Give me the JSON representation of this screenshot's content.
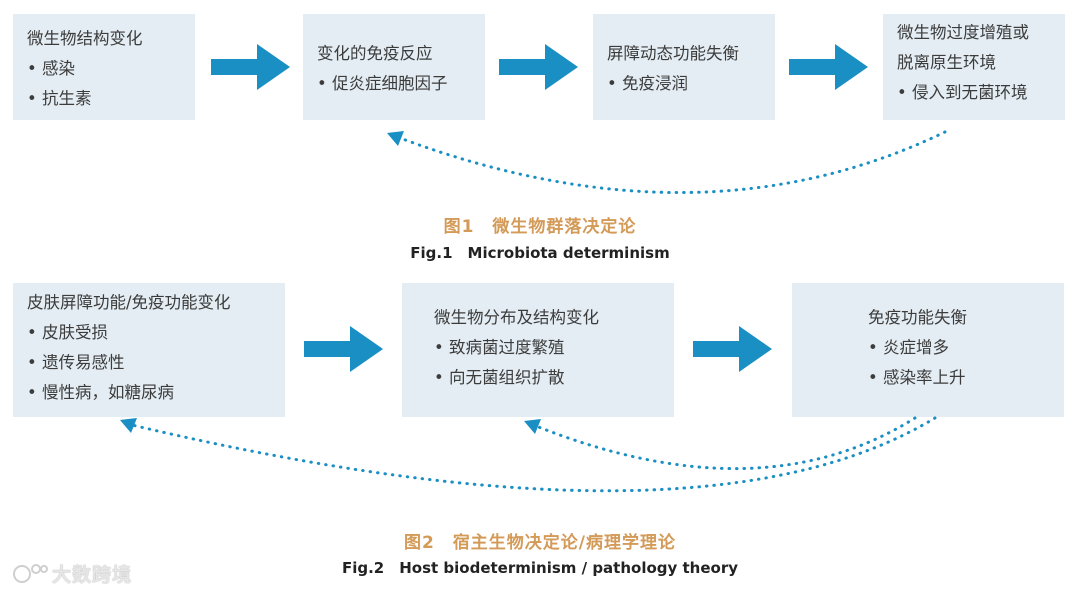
{
  "colors": {
    "box_bg": "#e3edf3",
    "arrow": "#1a8fc4",
    "caption_cn": "#d39a58",
    "caption_en": "#222222"
  },
  "fig1": {
    "boxes": [
      {
        "title": "微生物结构变化",
        "items": [
          "感染",
          "抗生素"
        ]
      },
      {
        "title": "变化的免疫反应",
        "items": [
          "促炎症细胞因子"
        ]
      },
      {
        "title": "屏障动态功能失衡",
        "items": [
          "免疫浸润"
        ]
      },
      {
        "title_lines": [
          "微生物过度增殖或",
          "脱离原生环境"
        ],
        "items": [
          "侵入到无菌环境"
        ]
      }
    ],
    "caption_cn": "图1　微生物群落决定论",
    "caption_en": "Fig.1　Microbiota determinism"
  },
  "fig2": {
    "boxes": [
      {
        "title": "皮肤屏障功能/免疫功能变化",
        "items": [
          "皮肤受损",
          "遗传易感性",
          "慢性病，如糖尿病"
        ]
      },
      {
        "title": "微生物分布及结构变化",
        "items": [
          "致病菌过度繁殖",
          "向无菌组织扩散"
        ]
      },
      {
        "title": "免疫功能失衡",
        "items": [
          "炎症增多",
          "感染率上升"
        ]
      }
    ],
    "caption_cn": "图2　宿主生物决定论/病理学理论",
    "caption_en": "Fig.2　Host biodeterminism / pathology theory"
  },
  "watermark": "大数跨境"
}
